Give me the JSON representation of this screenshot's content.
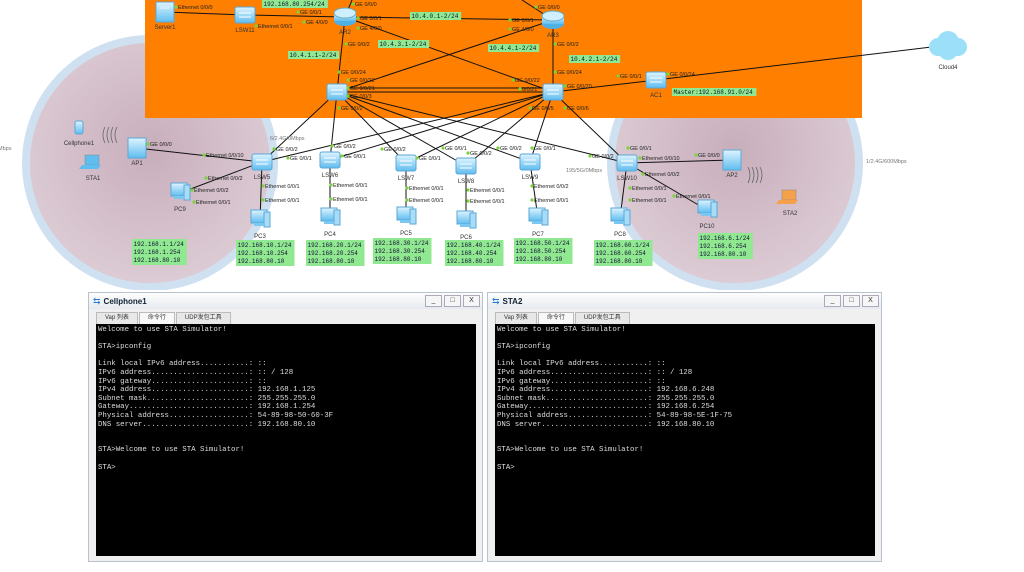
{
  "colors": {
    "area": "#ff7f00",
    "ip_label_bg": "#90e890",
    "link": "#111111",
    "port_dot": "#7bd33a",
    "wifi_zone": "#d8c3cf",
    "wifi_ring": "#c9def0"
  },
  "devices": {
    "server1": "Server1",
    "lsw11": "LSW11",
    "ar2": "AR2",
    "ar3": "AR3",
    "ac1": "AC1",
    "cloud4": "Cloud4",
    "ap1": "AP1",
    "ap2": "AP2",
    "cellphone1": "Cellphone1",
    "sta1": "STA1",
    "sta2": "STA2",
    "lsw5": "LSW5",
    "lsw6": "LSW6",
    "lsw7": "LSW7",
    "lsw8": "LSW8",
    "lsw9": "LSW9",
    "lsw10": "LSW10",
    "pc3": "PC3",
    "pc4": "PC4",
    "pc5": "PC5",
    "pc6": "PC6",
    "pc7": "PC7",
    "pc8": "PC8",
    "pc9": "PC9",
    "pc10": "PC10"
  },
  "server_icon_text": ".COM",
  "net_labels": {
    "server_net": "192.168.80.254/24",
    "ar2_ar3": "10.4.0.1-2/24",
    "ar2_core2": "10.4.3.1-2/24",
    "ar3_core1": "10.4.4.1-2/24",
    "ar2_core1": "10.4.1.1-2/24",
    "ar3_core2": "10.4.2.1-2/24",
    "ac_master": "Master:192.168.91.0/24"
  },
  "ip_blocks": {
    "wifi1": [
      "192.168.1.1/24",
      "192.168.1.254",
      "192.168.80.10"
    ],
    "pc3": [
      "192.168.10.1/24",
      "192.168.10.254",
      "192.168.80.10"
    ],
    "pc4": [
      "192.168.20.1/24",
      "192.168.20.254",
      "192.168.80.10"
    ],
    "pc5": [
      "192.168.30.1/24",
      "192.168.30.254",
      "192.168.80.10"
    ],
    "pc6": [
      "192.168.40.1/24",
      "192.168.40.254",
      "192.168.80.10"
    ],
    "pc7": [
      "192.168.50.1/24",
      "192.168.50.254",
      "192.168.80.10"
    ],
    "pc8": [
      "192.168.60.1/24",
      "192.168.60.254",
      "192.168.80.10"
    ],
    "pc10": [
      "192.168.6.1/24",
      "192.168.6.254",
      "192.168.80.10"
    ]
  },
  "port_labels": [
    "Ethernet 0/0/0",
    "Ethernet 0/0/1",
    "GE 0/0/1",
    "GE 0/0/0",
    "GE 4/0/0",
    "GE 0/0/1",
    "GE 4/0/0",
    "GE 0/0/0",
    "GE 0/0/1",
    "GE 4/0/0",
    "GE 0/0/2",
    "GE 0/0/2",
    "GE 0/0/24",
    "GE 0/0/24",
    "GE 0/0/22",
    "GE 0/0/21",
    "GE 0/0/3",
    "GE 0/0/2",
    "GE 0/0/22",
    "0/0/21",
    "GE 0/0/20",
    "GE 0/0/5",
    "GE 0/0/6",
    "GE 0/0/1",
    "GE 0/0/24",
    "Ethernet 0/0/2",
    "GE 0/0/0",
    "Ethernet 0/0/10",
    "Ethernet 0/0/2",
    "Ethernet 0/0/1",
    "Ethernet 0/0/1",
    "Ethernet 0/0/1",
    "GE 0/0/2",
    "GE 0/0/1",
    "GE 0/0/2",
    "GE 0/0/1",
    "Ethernet 0/0/1",
    "Ethernet 0/0/1",
    "GE 0/0/2",
    "GE 0/0/1",
    "Ethernet 0/0/1",
    "Ethernet 0/0/1",
    "GE 0/0/2",
    "GE 0/0/1",
    "Ethernet 0/0/1",
    "Ethernet 0/0/1",
    "GE 0/0/2",
    "GE 0/0/1",
    "Ethernet 0/0/2",
    "Ethernet 0/0/1",
    "GE 0/0/1",
    "GE 0/0/2",
    "Ethernet 0/0/10",
    "Ethernet 0/0/2",
    "Ethernet 0/0/1",
    "Ethernet 0/0/1",
    "GE 0/0/0",
    "Ethernet 0/0/1"
  ],
  "wifi_rates": {
    "left": "Mbps",
    "lsw5": "6/2.4G/0Mbps",
    "lsw10": "195/5G/0Mbps",
    "right": "1/2.4G/600Mbps"
  },
  "windows": [
    {
      "title": "Cellphone1",
      "tabs": [
        "Vap 列表",
        "命令行",
        "UDP发包工具"
      ],
      "active_tab": 1,
      "controls": [
        "_",
        "□",
        "X"
      ],
      "lines": [
        "Welcome to use STA Simulator!",
        "",
        "STA>ipconfig",
        "",
        "Link local IPv6 address...........: ::",
        "IPv6 address......................: :: / 128",
        "IPv6 gateway......................: ::",
        "IPv4 address......................: 192.168.1.125",
        "Subnet mask.......................: 255.255.255.0",
        "Gateway...........................: 192.168.1.254",
        "Physical address..................: 54-89-98-50-60-3F",
        "DNS server........................: 192.168.80.10",
        "",
        "",
        "STA>Welcome to use STA Simulator!",
        "",
        "STA>"
      ]
    },
    {
      "title": "STA2",
      "tabs": [
        "Vap 列表",
        "命令行",
        "UDP发包工具"
      ],
      "active_tab": 1,
      "controls": [
        "_",
        "□",
        "X"
      ],
      "lines": [
        "Welcome to use STA Simulator!",
        "",
        "STA>ipconfig",
        "",
        "Link local IPv6 address...........: ::",
        "IPv6 address......................: :: / 128",
        "IPv6 gateway......................: ::",
        "IPv4 address......................: 192.168.6.248",
        "Subnet mask.......................: 255.255.255.0",
        "Gateway...........................: 192.168.6.254",
        "Physical address..................: 54-89-98-5E-1F-75",
        "DNS server........................: 192.168.80.10",
        "",
        "",
        "STA>Welcome to use STA Simulator!",
        "",
        "STA>"
      ]
    }
  ]
}
